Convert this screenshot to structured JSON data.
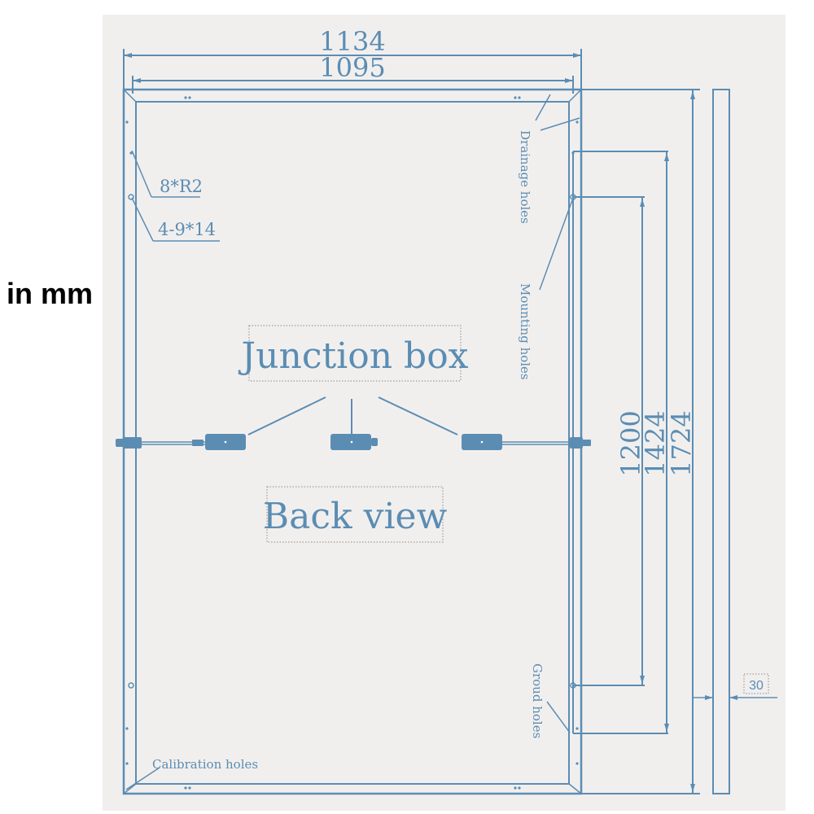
{
  "unit_label": "in mm",
  "dimensions": {
    "outer_width": "1134",
    "inner_width": "1095",
    "height_mount": "1200",
    "height_ground": "1424",
    "height_total": "1724",
    "frame_depth": "30"
  },
  "callouts": {
    "radius": "8*R2",
    "holes": "4-9*14",
    "drainage": "Drainage holes",
    "mounting": "Mounting holes",
    "ground": "Groud holes",
    "calibration": "Calibration holes"
  },
  "labels": {
    "junction_box": "Junction box",
    "back_view": "Back view"
  },
  "colors": {
    "line": "#5b8db3",
    "background": "#f1efee",
    "text": "#000000"
  }
}
